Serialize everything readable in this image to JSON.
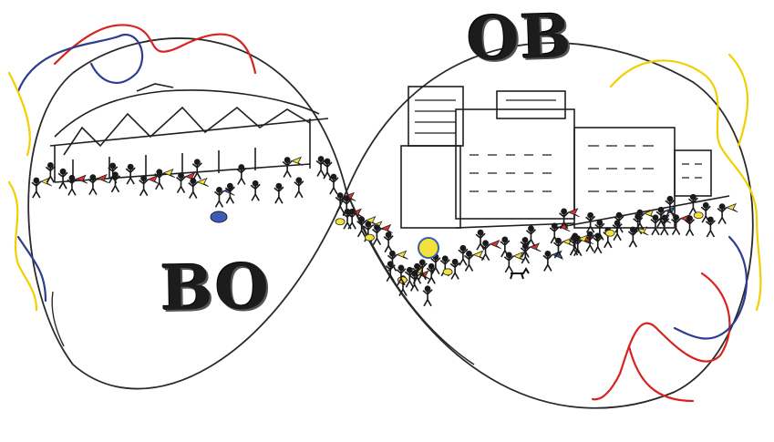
{
  "labels": {
    "left": "BO",
    "right": "OB"
  },
  "colors": {
    "outline": "#2a2a2a",
    "yarn_red": "#d8231f",
    "yarn_blue": "#2d3d8f",
    "yarn_yellow": "#f2d000",
    "flag_red": "#e0302a",
    "crowd": "#1a1a1a",
    "accent_yellow": "#f4e23a",
    "accent_blue": "#3a5bb8"
  },
  "icons": [
    "stadium-dome",
    "hospital-building",
    "crowd-figure",
    "flag",
    "balloon",
    "trumpet",
    "drum",
    "dog"
  ]
}
